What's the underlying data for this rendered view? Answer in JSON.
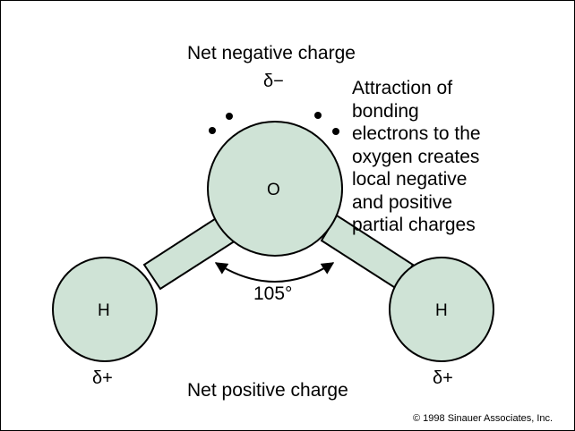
{
  "title_negative": "Net negative charge",
  "title_positive": "Net positive charge",
  "oxygen_delta": "δ−",
  "hydrogen_left_delta": "δ+",
  "hydrogen_right_delta": "δ+",
  "oxygen_label": "O",
  "hydrogen_left_label": "H",
  "hydrogen_right_label": "H",
  "bond_angle": "105°",
  "note_lines": [
    "Attraction of",
    "bonding",
    "electrons to the",
    "oxygen creates",
    "local negative",
    "and positive",
    "partial charges"
  ],
  "copyright": "© 1998 Sinauer Associates, Inc.",
  "colors": {
    "atom_fill": "#cfe3d6",
    "bond_fill": "#cfe3d6",
    "outline": "#000000",
    "background": "#ffffff"
  }
}
